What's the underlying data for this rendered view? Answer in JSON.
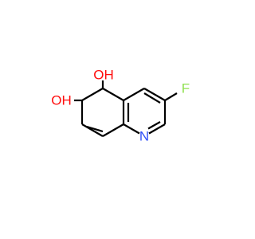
{
  "molecule": {
    "atoms": [
      {
        "id": "oh-top",
        "text": "OH",
        "color": "#FF0D0D"
      },
      {
        "id": "oh-left",
        "text": "OH",
        "color": "#FF0D0D"
      },
      {
        "id": "f",
        "text": "F",
        "color": "#90E050"
      },
      {
        "id": "n",
        "text": "N",
        "color": "#3050F8"
      }
    ],
    "bond_color": "#000000"
  }
}
